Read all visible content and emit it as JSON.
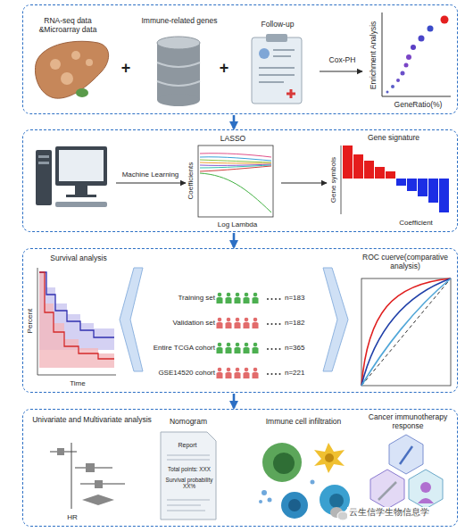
{
  "diagram": {
    "nodes": [
      {
        "text": [
          "RNA-seq data &Microarray data",
          "+",
          "Immune-related genes",
          "+",
          "Follow-up",
          "Cox-PH",
          "Enrichment Analysis",
          "GeneRatio(%)"
        ]
      },
      {
        "text": [
          "Machine Learning",
          "LASSO",
          "Coefficients",
          "Log Lambda",
          "Gene signature",
          "Gene symbols",
          "Coefficient"
        ]
      },
      {
        "text": [
          "Survival analysis",
          "Percent",
          "Time",
          "Training set",
          "n=183",
          "Validation set",
          "n=182",
          "Entire TCGA cohort",
          "n=365",
          "GSE14520 cohort",
          "n=221",
          "ROC cuerve(comparative analysis)"
        ]
      },
      {
        "text": [
          "Univariate and Multivariate analysis",
          "HR",
          "Nomogram",
          "Report",
          "Total points: XXX",
          "Survival probability XX%",
          "Immune cell infiltration",
          "Cancer immunotherapy response"
        ]
      }
    ],
    "edges": [
      {
        "from": 0,
        "to": 1,
        "arrow": "to"
      },
      {
        "from": 1,
        "to": 2,
        "arrow": "to"
      },
      {
        "from": 2,
        "to": 3,
        "arrow": "to"
      }
    ],
    "labels": [
      "云生信学生物信息学"
    ]
  }
}
